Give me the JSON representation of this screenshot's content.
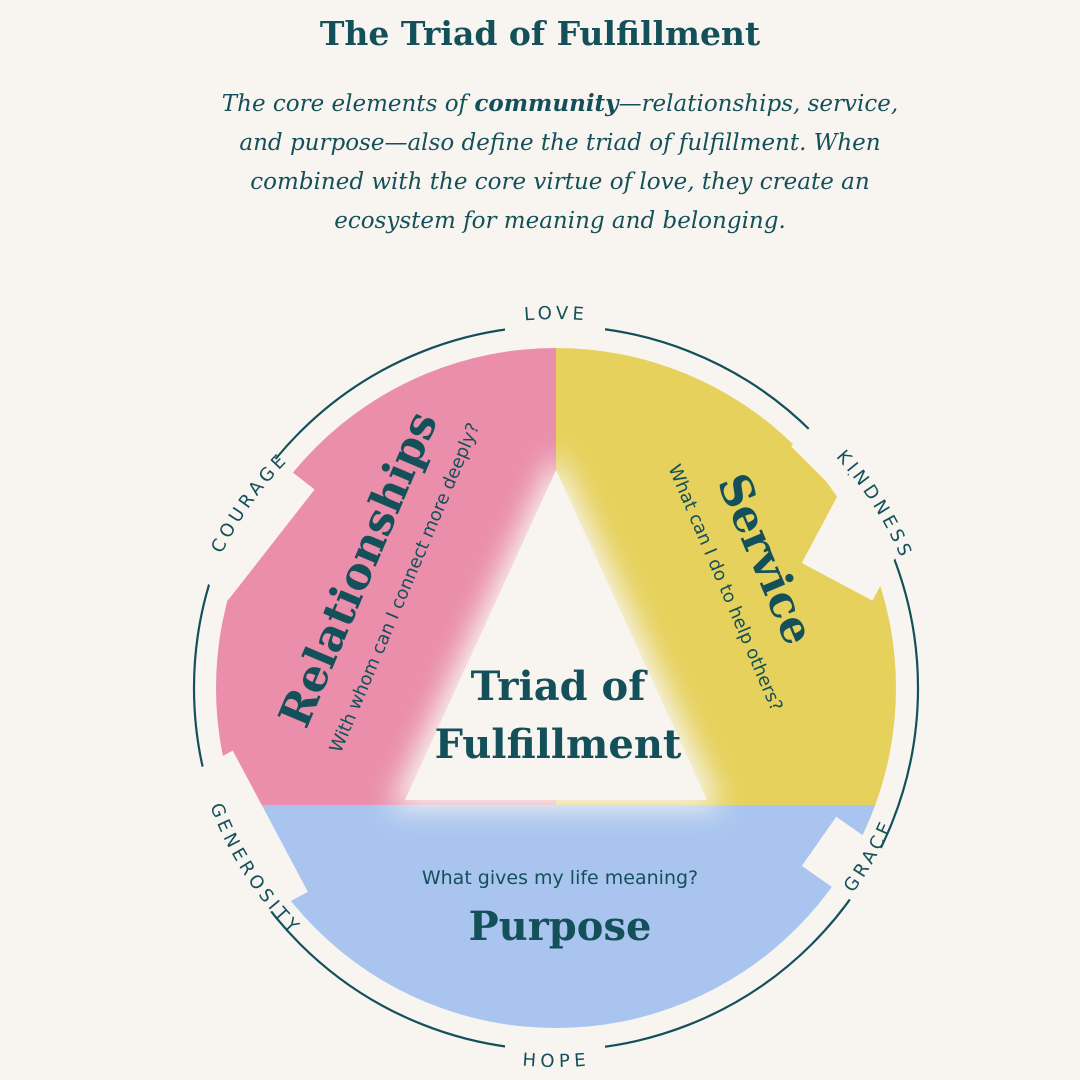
{
  "header": {
    "title": "The Triad of Fulfillment",
    "intro_before": "The core elements of ",
    "intro_bold": "community",
    "intro_after": "—relationships, service, and purpose—also define the triad of fulfillment. When combined with the core virtue of love, they create an ecosystem for meaning and belonging."
  },
  "diagram": {
    "center_line1": "Triad of",
    "center_line2": "Fulfillment",
    "relationships": {
      "title": "Relationships",
      "question": "With whom can I connect more deeply?",
      "color": "#ea8eab"
    },
    "service": {
      "title": "Service",
      "question": "What can I do to help others?",
      "color": "#e6d15c"
    },
    "purpose": {
      "title": "Purpose",
      "question": "What gives my life meaning?",
      "color": "#a9c5ef"
    },
    "virtues": {
      "love": "LOVE",
      "kindness": "KINDNESS",
      "grace": "GRACE",
      "hope": "HOPE",
      "generosity": "GENEROSITY",
      "courage": "COURAGE"
    },
    "ring_color": "#14505a"
  }
}
